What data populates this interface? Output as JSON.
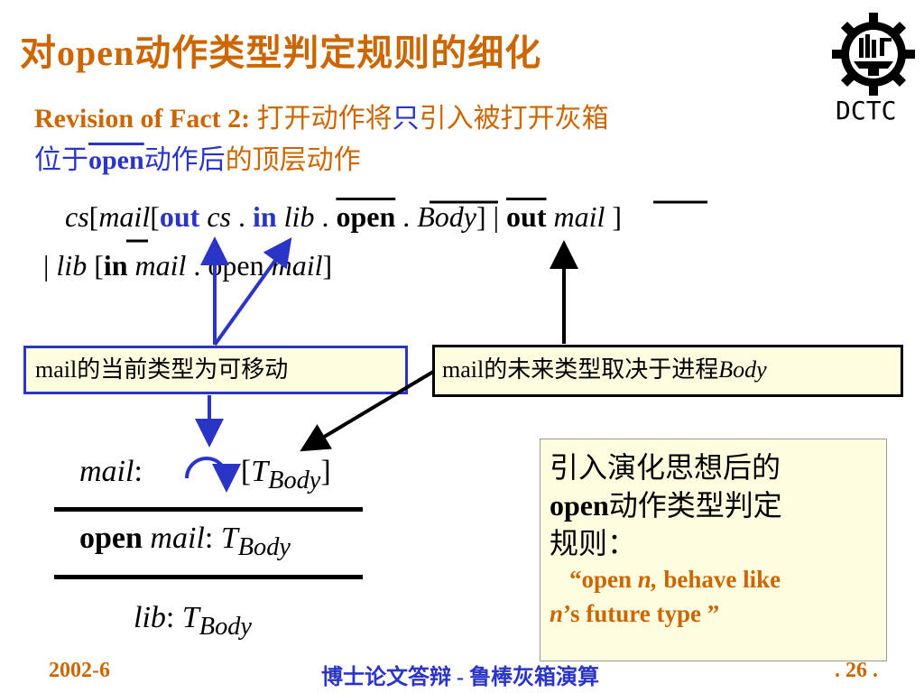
{
  "title": {
    "pre": "对",
    "en": "open",
    "post": "动作类型判定规则的细化"
  },
  "subtitle": {
    "label": "Revision of Fact 2:",
    "line1_a": " 打开动作将",
    "line1_b": "只",
    "line1_c": "引入被打开灰箱",
    "line2_a": "位于",
    "line2_b": "open",
    "line2_c": "动作后",
    "line2_d": "的顶层动作"
  },
  "formula": {
    "cs": "cs",
    "lb1": "[",
    "mail1": "mail",
    "lb2": "[",
    "out1": "out",
    "cs2": " cs",
    "dot1": " . ",
    "in1": "in",
    "lib1": " lib",
    "dot2": " . ",
    "open1": "open",
    "dot3": " . ",
    "body": "Body",
    "rb1": "]",
    "bar1": " | ",
    "out2": "out",
    "mail2": " mail",
    "rb2": " ]"
  },
  "formula2": {
    "bar": "| ",
    "lib": "lib",
    "lb": " [",
    "in": "in",
    "mail": " mail",
    "dot": " . ",
    "open": "open",
    "mail2": " mail",
    "rb": "]"
  },
  "box_left": {
    "pre": "mail",
    "post": "的当前类型为可移动"
  },
  "box_right": {
    "pre": "mail",
    "mid": "的未来类型取决于进程",
    "em": "Body"
  },
  "rule": {
    "top_var": "mail",
    "top_colon": ":",
    "top_type_lb": "[",
    "top_T": "T",
    "top_sub": "Body",
    "top_type_rb": "]",
    "mid_kw": "open",
    "mid_var": " mail",
    "mid_colon": ": ",
    "mid_T": "T",
    "mid_sub": "Body",
    "bot_var": "lib",
    "bot_colon": ": ",
    "bot_T": "T",
    "bot_sub": "Body"
  },
  "note": {
    "line1": "引入演化思想后的",
    "line2_en": "open",
    "line2_zh": "动作类型判定",
    "line3": "规则：",
    "q1": "“",
    "e1": "open ",
    "e1i": "n,",
    "e2": " behave like",
    "e3i": "n",
    "e3": "’s future type ",
    "q2": "”"
  },
  "footer": {
    "date": "2002-6",
    "center": "博士论文答辩 - 鲁棒灰箱演算",
    "page": ". 26 ."
  },
  "logo": {
    "text": "DCTC"
  },
  "colors": {
    "orange": "#cc6600",
    "blue": "#2a35c8",
    "box_bg": "#fffde0"
  }
}
